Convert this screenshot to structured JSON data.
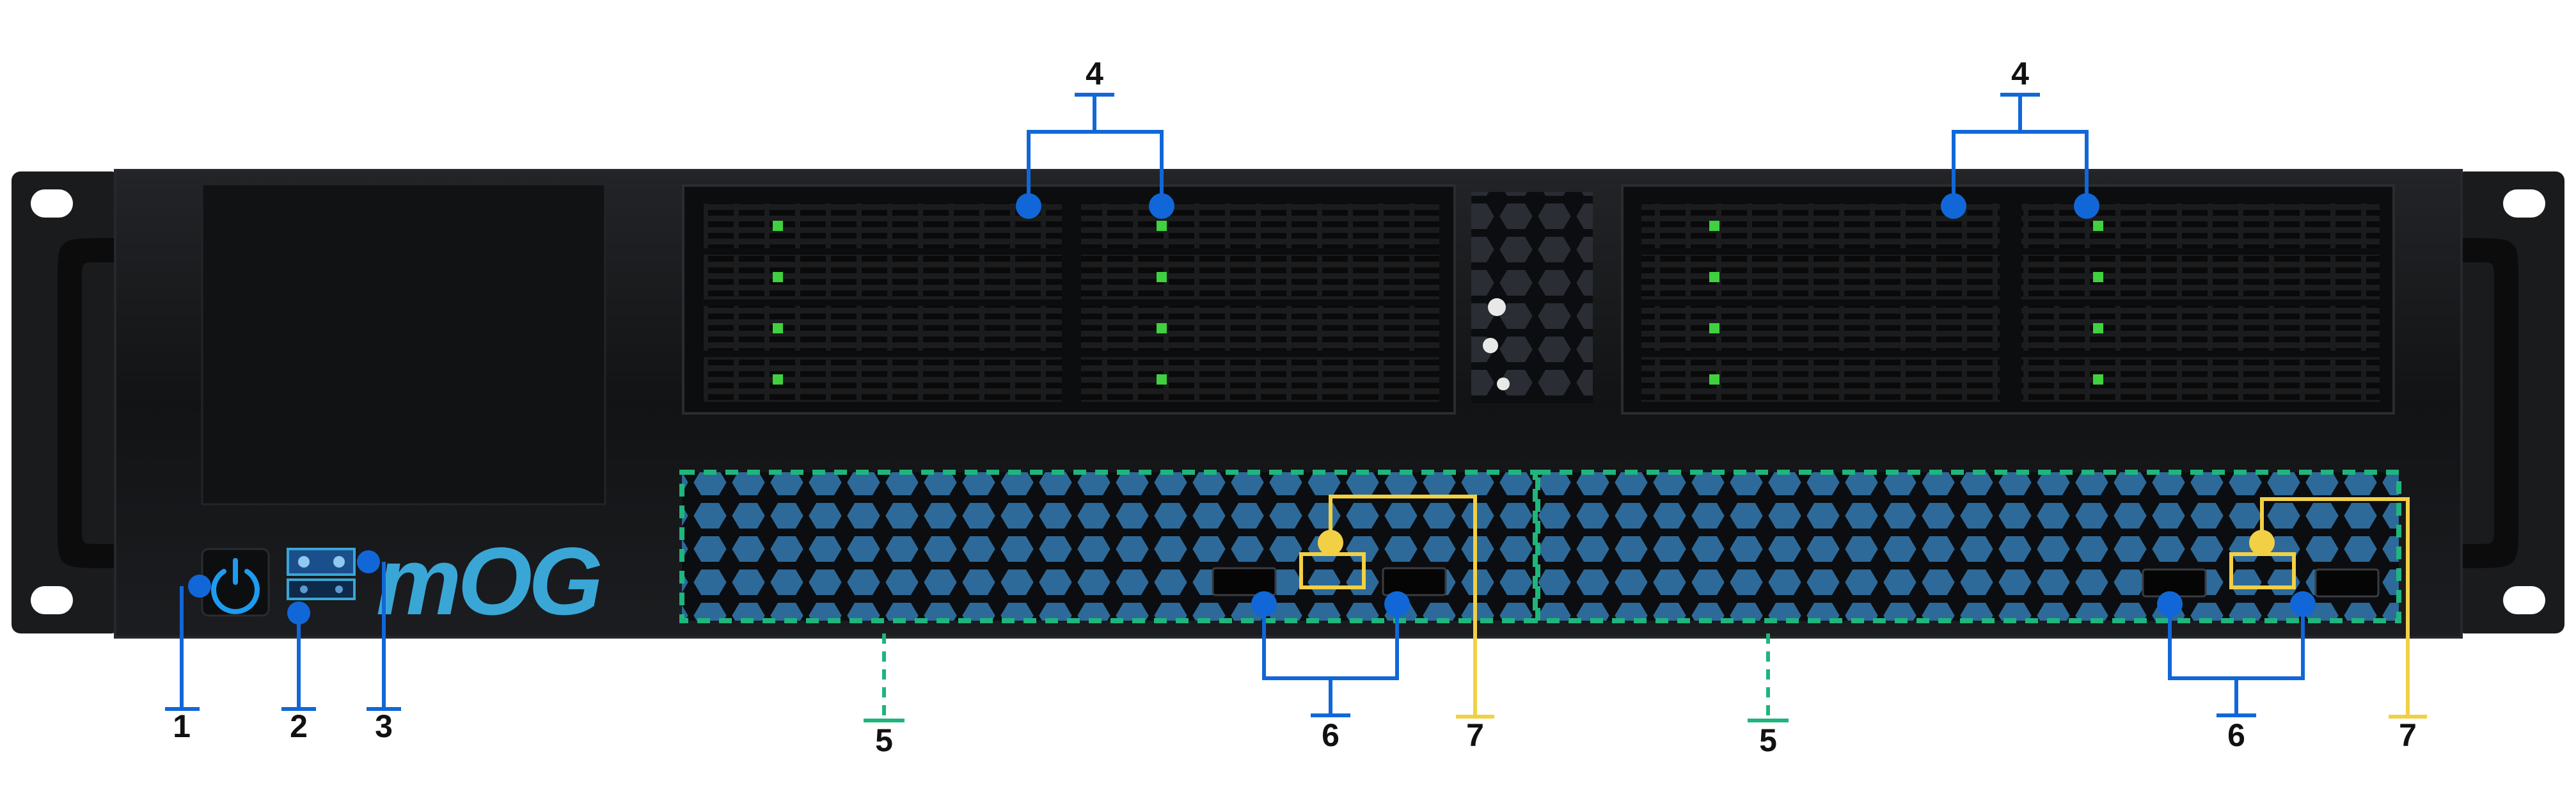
{
  "colors": {
    "background": "#ffffff",
    "chassis": "#141517",
    "chassis_edge": "#26282b",
    "bay": "#0c0d0e",
    "drive_led": "#3fd13f",
    "power_button_ring": "#1e9bf0",
    "logo": "#3aa6d6",
    "callout_blue": "#1167d8",
    "callout_green": "#1fb57d",
    "callout_yellow": "#f2d045",
    "vent_blue": "#2f6ea0"
  },
  "device": {
    "brand_logo": "mOG",
    "icons": [
      "power-icon",
      "status-led-icon",
      "drive-led-icon",
      "usb-port-icon"
    ]
  },
  "callouts": [
    {
      "id": "power",
      "label": "1",
      "color": "callout_blue"
    },
    {
      "id": "status-leds",
      "label": "2",
      "color": "callout_blue"
    },
    {
      "id": "status-leds-upper",
      "label": "3",
      "color": "callout_blue"
    },
    {
      "id": "drive-bays-left",
      "label": "4",
      "color": "callout_blue"
    },
    {
      "id": "drive-bays-right",
      "label": "4",
      "color": "callout_blue"
    },
    {
      "id": "vent-left",
      "label": "5",
      "color": "callout_green"
    },
    {
      "id": "vent-right",
      "label": "5",
      "color": "callout_green"
    },
    {
      "id": "usb-left",
      "label": "6",
      "color": "callout_blue"
    },
    {
      "id": "usb-right",
      "label": "6",
      "color": "callout_blue"
    },
    {
      "id": "port-left",
      "label": "7",
      "color": "callout_yellow"
    },
    {
      "id": "port-right",
      "label": "7",
      "color": "callout_yellow"
    }
  ]
}
